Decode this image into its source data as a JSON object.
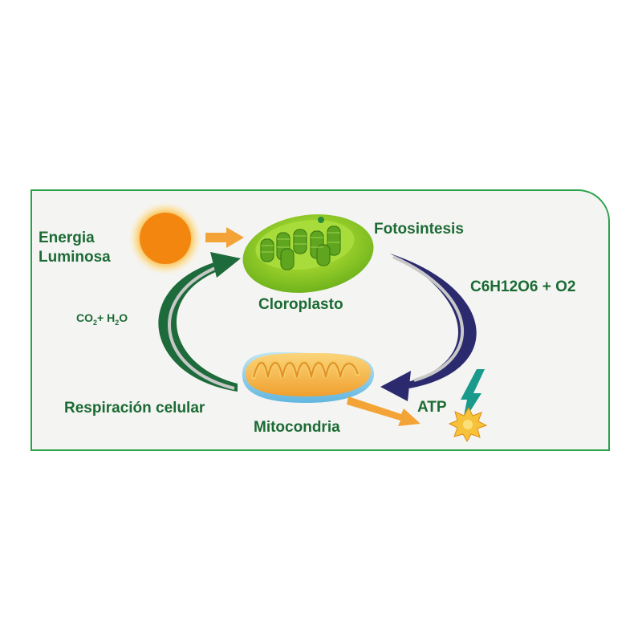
{
  "labels": {
    "energy_line1": "Energia",
    "energy_line2": "Luminosa",
    "photosynthesis": "Fotosintesis",
    "chloroplast": "Cloroplasto",
    "products": "C6H12O6 + O2",
    "co2_prefix": "CO",
    "co2_sub": "2",
    "plus_h": "+ H",
    "h2o_sub": "2",
    "h2o_suffix": "O",
    "respiration": "Respiración celular",
    "mitochondria": "Mitocondria",
    "atp": "ATP"
  },
  "colors": {
    "frame": "#2aa24a",
    "label": "#1c6b34",
    "photosynthesis_arrow": "#2b2a6e",
    "respiration_arrow": "#1d6b3a",
    "sun": "#f08a14",
    "chloroplast": "#8ccf2a",
    "mitochondria": "#f4a83a",
    "lightning": "#1a9a8c"
  },
  "icons": [
    "sun-icon",
    "chloroplast-icon",
    "mitochondria-icon",
    "lightning-icon",
    "atp-burst-icon"
  ]
}
